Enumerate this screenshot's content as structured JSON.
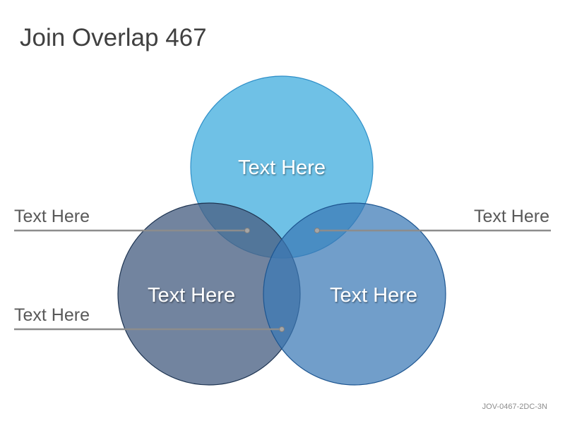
{
  "title": "Join Overlap 467",
  "footer_code": "JOV-0467-2DC-3N",
  "circles": [
    {
      "id": "top",
      "label": "Text Here",
      "color": "#5bb8e3"
    },
    {
      "id": "left",
      "label": "Text Here",
      "color": "#4a6184"
    },
    {
      "id": "right",
      "label": "Text Here",
      "color": "#4f87bc"
    }
  ],
  "callouts": [
    {
      "id": "left-top",
      "label": "Text Here"
    },
    {
      "id": "right",
      "label": "Text Here"
    },
    {
      "id": "left-bottom",
      "label": "Text Here"
    }
  ],
  "colors": {
    "callout_line": "#8c8c8c",
    "title_text": "#404040"
  }
}
